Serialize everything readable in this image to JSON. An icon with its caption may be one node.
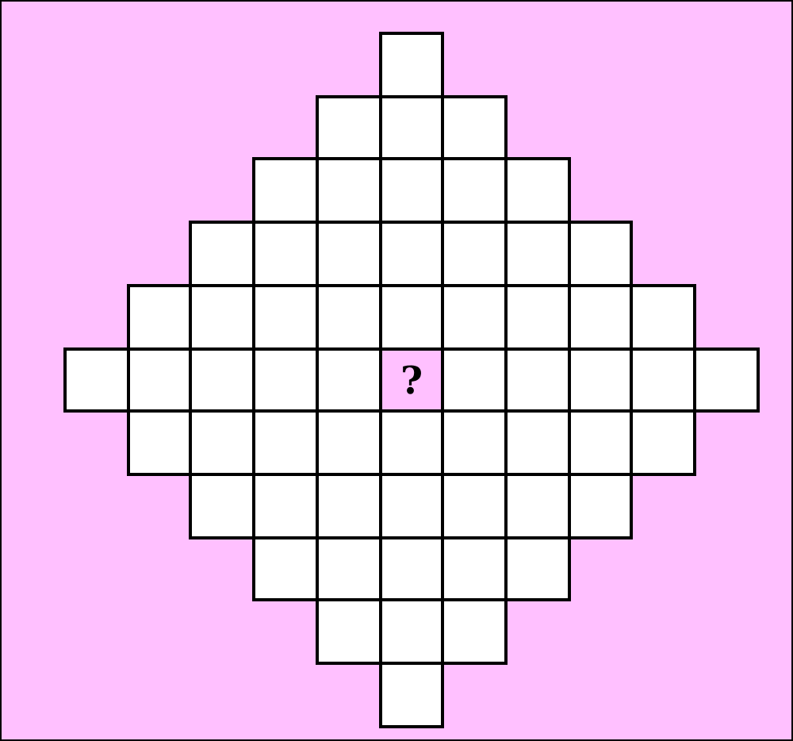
{
  "diagram": {
    "nodes": [
      {
        "text": [],
        "shape": "box"
      },
      {
        "text": [],
        "shape": "box"
      },
      {
        "text": [],
        "shape": "box"
      },
      {
        "text": [],
        "shape": "box"
      },
      {
        "text": [],
        "shape": "box"
      },
      {
        "text": [],
        "shape": "box"
      },
      {
        "text": [],
        "shape": "box"
      },
      {
        "text": [],
        "shape": "box"
      },
      {
        "text": [],
        "shape": "box"
      },
      {
        "text": [],
        "shape": "box"
      },
      {
        "text": [],
        "shape": "box"
      },
      {
        "text": [],
        "shape": "box"
      },
      {
        "text": [],
        "shape": "box"
      },
      {
        "text": [],
        "shape": "box"
      },
      {
        "text": [],
        "shape": "box"
      },
      {
        "text": [],
        "shape": "box"
      },
      {
        "text": [],
        "shape": "box"
      },
      {
        "text": [],
        "shape": "box"
      },
      {
        "text": [],
        "shape": "box"
      },
      {
        "text": [],
        "shape": "box"
      },
      {
        "text": [],
        "shape": "box"
      },
      {
        "text": [],
        "shape": "box"
      },
      {
        "text": [],
        "shape": "box"
      },
      {
        "text": [],
        "shape": "box"
      },
      {
        "text": [],
        "shape": "box"
      },
      {
        "text": [],
        "shape": "box"
      },
      {
        "text": [],
        "shape": "box"
      },
      {
        "text": [],
        "shape": "box"
      },
      {
        "text": [],
        "shape": "box"
      },
      {
        "text": [],
        "shape": "box"
      },
      {
        "text": [
          "?"
        ]
      },
      {
        "text": [],
        "shape": "box"
      },
      {
        "text": [],
        "shape": "box"
      },
      {
        "text": [],
        "shape": "box"
      },
      {
        "text": [],
        "shape": "box"
      },
      {
        "text": [],
        "shape": "box"
      },
      {
        "text": [],
        "shape": "box"
      },
      {
        "text": [],
        "shape": "box"
      },
      {
        "text": [],
        "shape": "box"
      },
      {
        "text": [],
        "shape": "box"
      },
      {
        "text": [],
        "shape": "box"
      },
      {
        "text": [],
        "shape": "box"
      },
      {
        "text": [],
        "shape": "box"
      },
      {
        "text": [],
        "shape": "box"
      },
      {
        "text": [],
        "shape": "box"
      },
      {
        "text": [],
        "shape": "box"
      },
      {
        "text": [],
        "shape": "box"
      },
      {
        "text": [],
        "shape": "box"
      },
      {
        "text": [],
        "shape": "box"
      },
      {
        "text": [],
        "shape": "box"
      },
      {
        "text": [],
        "shape": "box"
      },
      {
        "text": [],
        "shape": "box"
      },
      {
        "text": [],
        "shape": "box"
      },
      {
        "text": [],
        "shape": "box"
      },
      {
        "text": [],
        "shape": "box"
      },
      {
        "text": [],
        "shape": "box"
      },
      {
        "text": [],
        "shape": "box"
      },
      {
        "text": [],
        "shape": "box"
      },
      {
        "text": [],
        "shape": "box"
      },
      {
        "text": [],
        "shape": "box"
      },
      {
        "text": [],
        "shape": "box"
      }
    ]
  }
}
